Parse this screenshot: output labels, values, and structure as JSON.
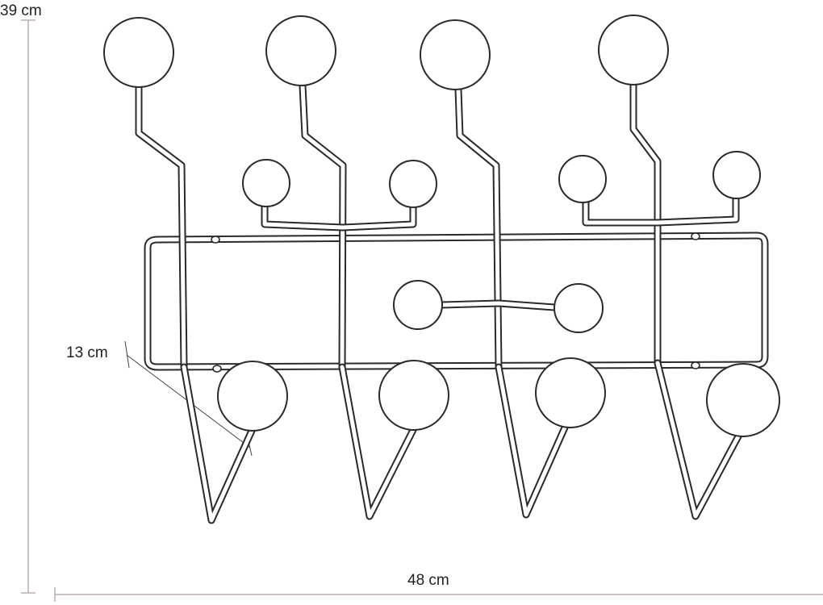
{
  "dimensions": {
    "height_label": "39 cm",
    "width_label": "48 cm",
    "depth_label": "13 cm"
  },
  "colors": {
    "outline": "#2a2a2a",
    "dimension_line": "#9a8a8a",
    "background": "#ffffff"
  }
}
